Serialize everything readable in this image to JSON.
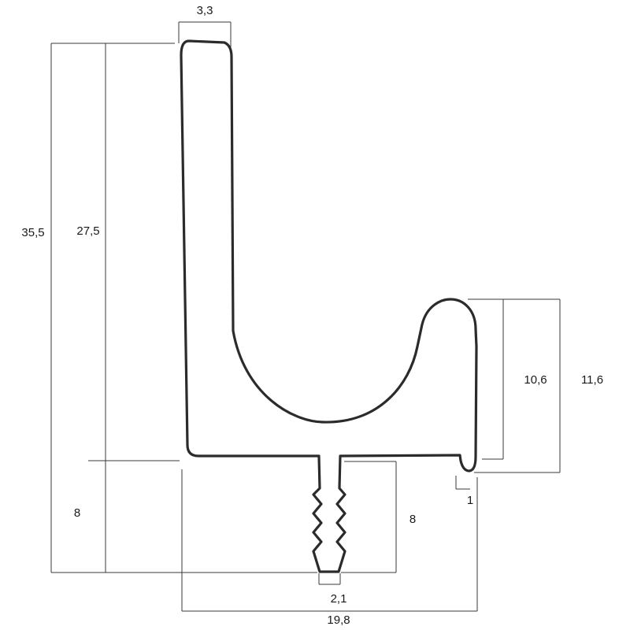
{
  "drawing": {
    "line_color": "#2b2b2b",
    "background": "#ffffff",
    "dimensions": {
      "top_width": "3,3",
      "total_height": "35,5",
      "upper_height": "27,5",
      "lower_height_left": "8",
      "lower_height_right": "8",
      "lip_inner_height": "10,6",
      "lip_outer_height": "11,6",
      "lip_offset": "1",
      "stem_width": "2,1",
      "total_width": "19,8"
    }
  }
}
